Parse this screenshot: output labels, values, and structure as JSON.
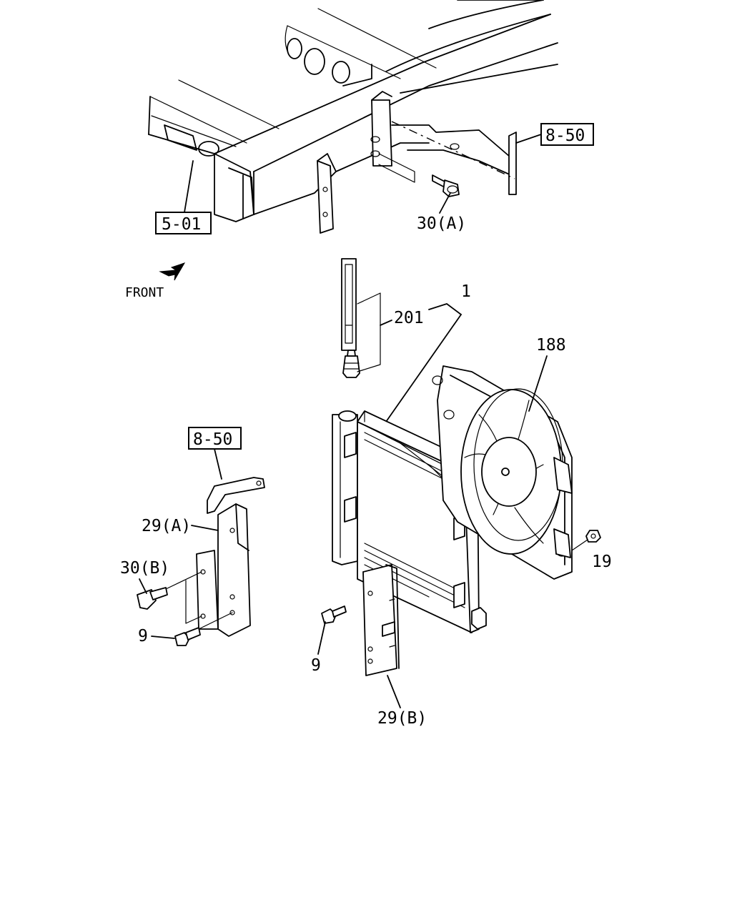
{
  "callouts": {
    "ref_top_left": "5-01",
    "ref_top_right": "8-50",
    "ref_left_mid": "8-50",
    "bolt_30a": "30(A)",
    "bolt_30b": "30(B)",
    "part_1": "1",
    "part_201": "201",
    "part_188": "188",
    "part_19": "19",
    "part_29a": "29(A)",
    "part_29b": "29(B)",
    "part_9_left": "9",
    "part_9_right": "9"
  },
  "orientation": {
    "label": "FRONT",
    "arrow_icon": "front-arrow-icon"
  }
}
